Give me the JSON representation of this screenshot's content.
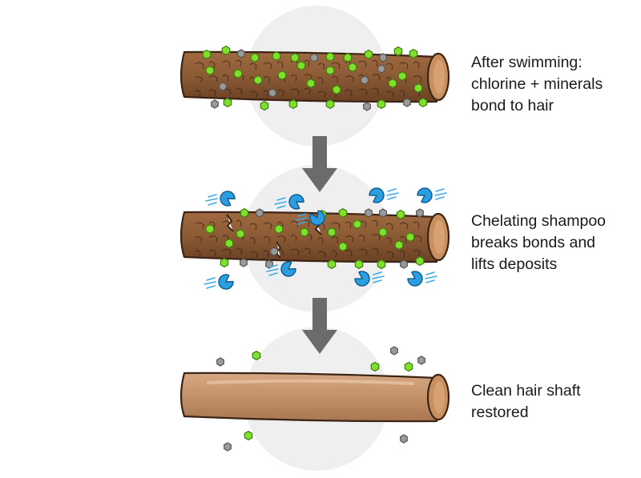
{
  "stages": [
    {
      "label_lines": [
        "After swimming:",
        "chlorine + minerals",
        "bond to hair"
      ]
    },
    {
      "label_lines": [
        "Chelating shampoo",
        "breaks bonds and",
        "lifts deposits"
      ]
    },
    {
      "label_lines": [
        "Clean hair shaft",
        "restored"
      ]
    }
  ],
  "colors": {
    "hair_dark": "#8b5a34",
    "hair_clean": "#c29068",
    "hair_end": "#c98f5e",
    "outline": "#3b2416",
    "chlorine": "#7ee02a",
    "mineral": "#9a9a9a",
    "chelator": "#2a9ee0",
    "arrow": "#6b6b6b",
    "backdrop": "#efefef"
  },
  "icons": {
    "chlorine": "green-hexagon-icon",
    "mineral": "gray-hexagon-icon",
    "chelator": "blue-pacman-chelator-icon",
    "arrow": "down-arrow-icon"
  }
}
